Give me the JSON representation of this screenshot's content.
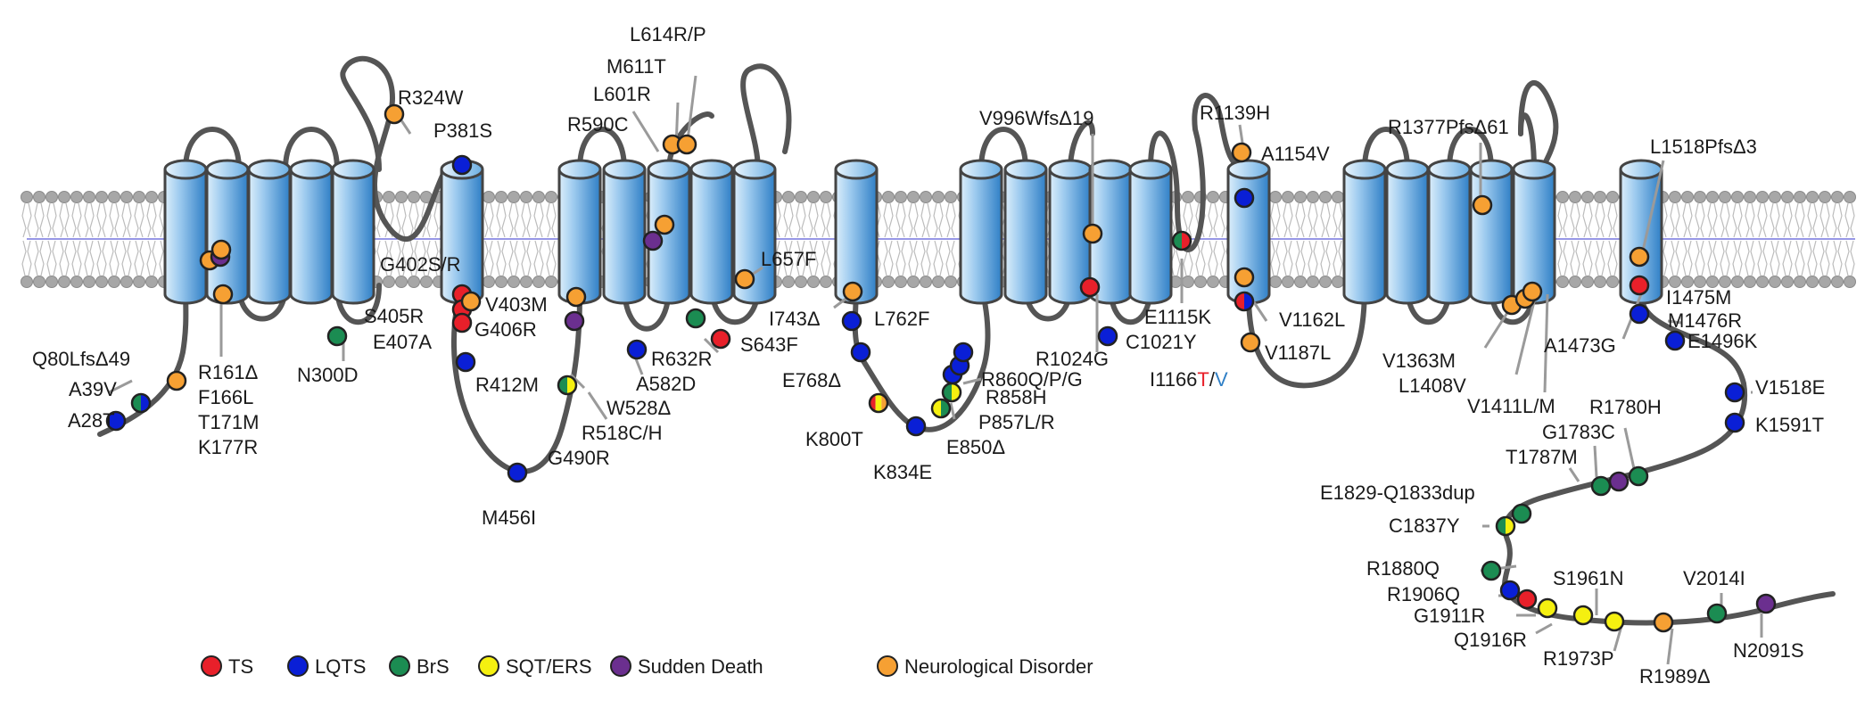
{
  "colors": {
    "TS": "#e8202a",
    "LQTS": "#0a1fd6",
    "BrS": "#1b8c52",
    "SQT/ERS": "#f5f010",
    "Sudden Death": "#6b2f8f",
    "Neurological Disorder": "#f6a033",
    "helix_light": "#dceefa",
    "helix_dark": "#2f7fc6",
    "chain": "#555555"
  },
  "legend": [
    {
      "key": "TS",
      "label": "TS"
    },
    {
      "key": "LQTS",
      "label": "LQTS"
    },
    {
      "key": "BrS",
      "label": "BrS"
    },
    {
      "key": "SQT/ERS",
      "label": "SQT/ERS"
    },
    {
      "key": "Sudden Death",
      "label": "Sudden Death"
    },
    {
      "key": "Neurological Disorder",
      "label": "Neurological Disorder"
    }
  ],
  "labels": {
    "A28T": "A28T",
    "A39V": "A39V",
    "Q80Lfs": "Q80LfsΔ49",
    "R161": "R161Δ",
    "F166L": "F166L",
    "T171M": "T171M",
    "K177R": "K177R",
    "N300D": "N300D",
    "R324W": "R324W",
    "P381S": "P381S",
    "G402S": "G402S/R",
    "S405R": "S405R",
    "E407A": "E407A",
    "G406R": "G406R",
    "V403M": "V403M",
    "R412M": "R412M",
    "M456I": "M456I",
    "G490R": "G490R",
    "R518C": "R518C/H",
    "W528": "W528Δ",
    "A582D": "A582D",
    "R590C": "R590C",
    "L601R": "L601R",
    "M611T": "M611T",
    "L614R": "L614R/P",
    "R632R": "R632R",
    "S643F": "S643F",
    "L657F": "L657F",
    "I743": "I743Δ",
    "L762F": "L762F",
    "E768": "E768Δ",
    "K800T": "K800T",
    "K834E": "K834E",
    "E850": "E850Δ",
    "P857": "P857L/R",
    "R858H": "R858H",
    "R860Q": "R860Q/P/G",
    "V996": "V996WfsΔ19",
    "R1024G": "R1024G",
    "C1021Y": "C1021Y",
    "E1115K": "E1115K",
    "R1139H": "R1139H",
    "A1154V": "A1154V",
    "I1166_prefix": "I1166",
    "I1166_T": "T",
    "I1166_slash": "/",
    "I1166_V": "V",
    "V1162L": "V1162L",
    "V1187L": "V1187L",
    "R1377": "R1377PfsΔ61",
    "V1363M": "V1363M",
    "L1408V": "L1408V",
    "V1411": "V1411L/M",
    "L1518": "L1518PfsΔ3",
    "I1475M": "I1475M",
    "M1476R": "M1476R",
    "A1473G": "A1473G",
    "E1496K": "E1496K",
    "V1518E": "V1518E",
    "K1591T": "K1591T",
    "R1780H": "R1780H",
    "G1783C": "G1783C",
    "T1787M": "T1787M",
    "E1829": "E1829-Q1833dup",
    "C1837Y": "C1837Y",
    "R1880Q": "R1880Q",
    "R1906Q": "R1906Q",
    "G1911R": "G1911R",
    "Q1916R": "Q1916R",
    "S1961N": "S1961N",
    "R1973P": "R1973P",
    "R1989": "R1989Δ",
    "V2014I": "V2014I",
    "N2091S": "N2091S"
  }
}
